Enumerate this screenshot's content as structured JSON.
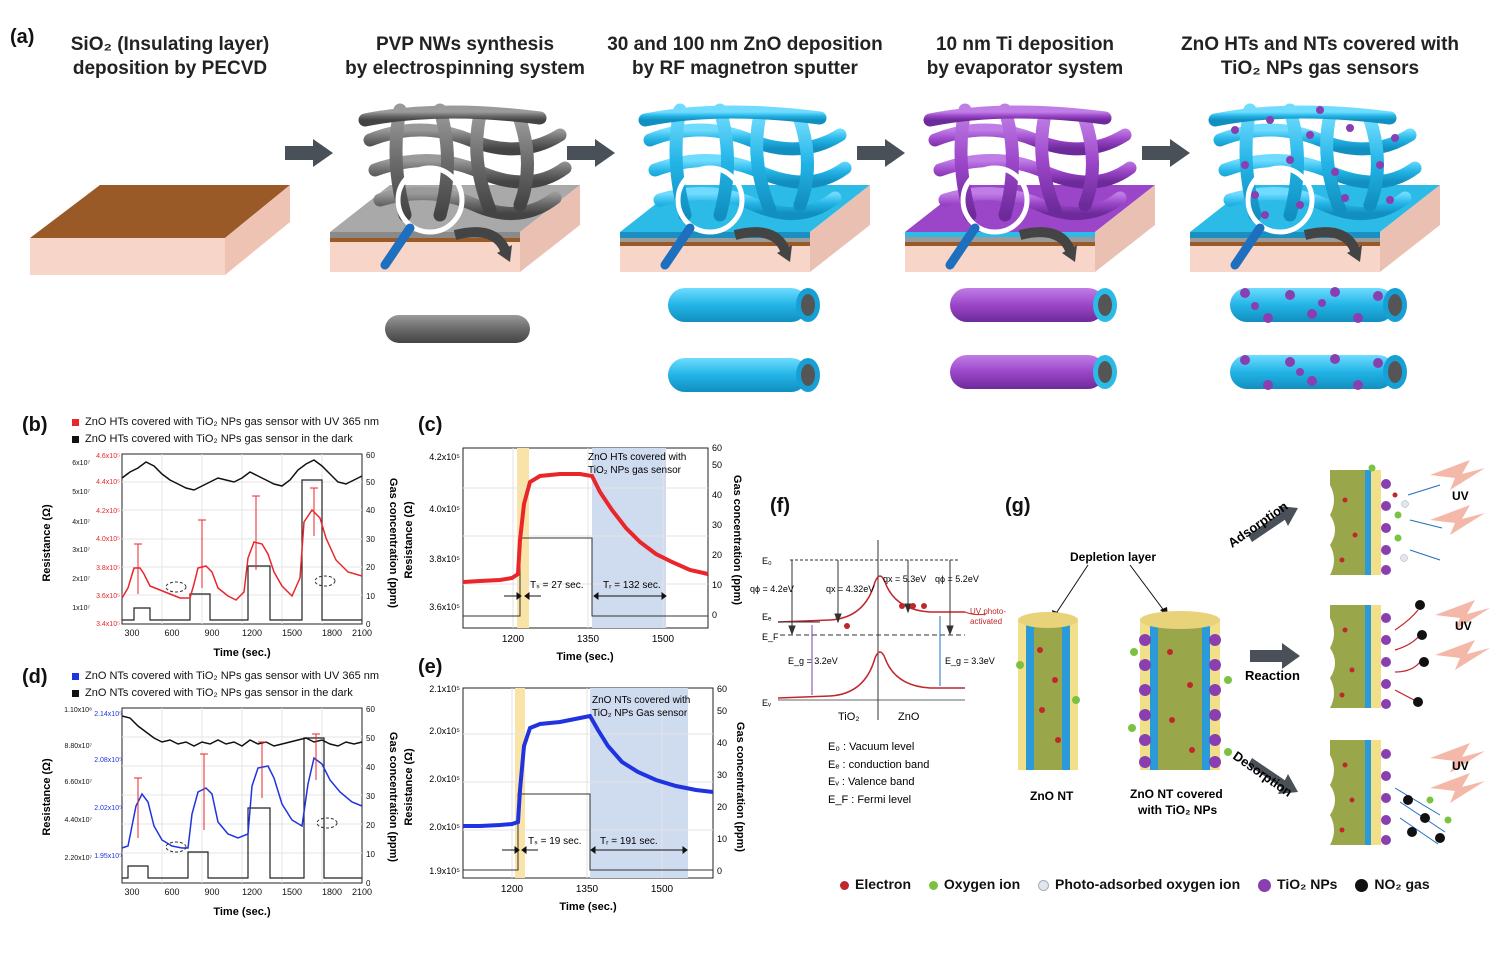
{
  "panel_a": {
    "letter": "(a)",
    "steps": [
      {
        "line1": "SiO₂ (Insulating layer)",
        "line2": "deposition by PECVD"
      },
      {
        "line1": "PVP NWs synthesis",
        "line2": "by electrospinning system"
      },
      {
        "line1": "30 and 100 nm ZnO deposition",
        "line2": "by RF magnetron sputter"
      },
      {
        "line1": "10 nm Ti deposition",
        "line2": "by evaporator system"
      },
      {
        "line1": "ZnO HTs and NTs covered with",
        "line2": "TiO₂ NPs gas sensors"
      }
    ],
    "colors": {
      "substrate": "#9a5a28",
      "pvp": "#6e6e6e",
      "zno": "#2bbbe6",
      "ti": "#9b46c8",
      "tio2": "#8a3fb0"
    }
  },
  "panel_b": {
    "letter": "(b)",
    "legend": [
      {
        "text": "ZnO HTs covered with TiO₂ NPs gas sensor with UV 365 nm",
        "color": "#e8262b"
      },
      {
        "text": "ZnO HTs covered with TiO₂ NPs gas sensor in the dark",
        "color": "#111111"
      }
    ],
    "y_left_label": "Resistance (Ω)",
    "y_right_label": "Gas concentration (ppm)",
    "x_label": "Time (sec.)",
    "x_ticks": [
      "300",
      "600",
      "900",
      "1200",
      "1500",
      "1800",
      "2100"
    ],
    "y_right_ticks": [
      "0",
      "10",
      "20",
      "30",
      "40",
      "50",
      "60"
    ],
    "y_left_black_ticks": [
      "1x10⁷",
      "2x10⁷",
      "3x10⁷",
      "4x10⁷",
      "5x10⁷",
      "6x10⁷"
    ],
    "y_left_red_ticks": [
      "3.4x10⁵",
      "3.6x10⁵",
      "3.8x10⁵",
      "4.0x10⁵",
      "4.2x10⁵",
      "4.4x10⁵",
      "4.6x10⁵"
    ]
  },
  "panel_c": {
    "letter": "(c)",
    "annotation": [
      "ZnO HTs covered with",
      "TiO₂ NPs gas sensor"
    ],
    "y_left_label": "Resistance (Ω)",
    "y_right_label": "Gas concentration (ppm)",
    "x_label": "Time (sec.)",
    "x_ticks": [
      "1200",
      "1350",
      "1500"
    ],
    "y_left_ticks": [
      "3.6x10⁵",
      "3.8x10⁵",
      "4.0x10⁵",
      "4.2x10⁵"
    ],
    "y_right_ticks": [
      "0",
      "10",
      "20",
      "30",
      "40",
      "50",
      "60"
    ],
    "ts": "Tₛ = 27 sec.",
    "tr": "Tᵣ = 132 sec.",
    "line_color": "#e8262b"
  },
  "panel_d": {
    "letter": "(d)",
    "legend": [
      {
        "text": "ZnO NTs covered with TiO₂ NPs gas sensor with UV 365 nm",
        "color": "#1f34e0"
      },
      {
        "text": "ZnO NTs covered with TiO₂ NPs gas sensor in the dark",
        "color": "#111111"
      }
    ],
    "y_left_label": "Resistance (Ω)",
    "y_right_label": "Gas concentration (ppm)",
    "x_label": "Time (sec.)",
    "x_ticks": [
      "300",
      "600",
      "900",
      "1200",
      "1500",
      "1800",
      "2100"
    ],
    "y_right_ticks": [
      "0",
      "10",
      "20",
      "30",
      "40",
      "50",
      "60"
    ],
    "y_left_black_ticks": [
      "2.20x10⁷",
      "4.40x10⁷",
      "6.60x10⁷",
      "8.80x10⁷",
      "1.10x10⁸"
    ],
    "y_left_blue_ticks": [
      "1.95x10⁵",
      "2.02x10⁵",
      "2.08x10⁵",
      "2.14x10⁵"
    ]
  },
  "panel_e": {
    "letter": "(e)",
    "annotation": [
      "ZnO NTs covered with",
      "TiO₂ NPs Gas sensor"
    ],
    "y_left_label": "Resistance (Ω)",
    "y_right_label": "Gas concentration (ppm)",
    "x_label": "Time (sec.)",
    "x_ticks": [
      "1200",
      "1350",
      "1500"
    ],
    "y_left_ticks": [
      "1.9x10⁵",
      "2.0x10⁵",
      "2.0x10⁵",
      "2.0x10⁵",
      "2.1x10⁵"
    ],
    "y_right_ticks": [
      "0",
      "10",
      "20",
      "30",
      "40",
      "50",
      "60"
    ],
    "ts": "Tₛ = 19 sec.",
    "tr": "Tᵣ = 191 sec.",
    "line_color": "#1f34e0"
  },
  "panel_f": {
    "letter": "(f)",
    "e0": "E₀",
    "ec": "Eₑ",
    "ef": "E_F",
    "ev": "Eᵥ",
    "phi_tio2": "qϕ = 4.2eV",
    "chi_tio2": "qx = 4.32eV",
    "chi_zno": "qx = 5.3eV",
    "phi_zno": "qϕ = 5.2eV",
    "eg_tio2": "E_g = 3.2eV",
    "eg_zno": "E_g = 3.3eV",
    "uv_note": [
      "UV photo-",
      "activated"
    ],
    "tio2_label": "TiO₂",
    "zno_label": "ZnO",
    "definitions": [
      "E₀ : Vacuum level",
      "Eₑ : conduction band",
      "Eᵥ : Valence band",
      "E_F : Fermi level"
    ]
  },
  "panel_g": {
    "letter": "(g)",
    "depletion": "Depletion layer",
    "nt_label": "ZnO NT",
    "nt_covered_label": [
      "ZnO NT covered",
      "with TiO₂ NPs"
    ],
    "adsorption": "Adsorption",
    "reaction": "Reaction",
    "desorption": "Desorption",
    "uv": "UV"
  },
  "bottom_legend": [
    {
      "text": "Electron",
      "color": "#c0272d"
    },
    {
      "text": "Oxygen ion",
      "color": "#7cc242"
    },
    {
      "text": "Photo-adsorbed oxygen ion",
      "color": "#dfe6ee"
    },
    {
      "text": "TiO₂ NPs",
      "color": "#8a3fb0"
    },
    {
      "text": "NO₂ gas",
      "color": "#111111"
    }
  ]
}
